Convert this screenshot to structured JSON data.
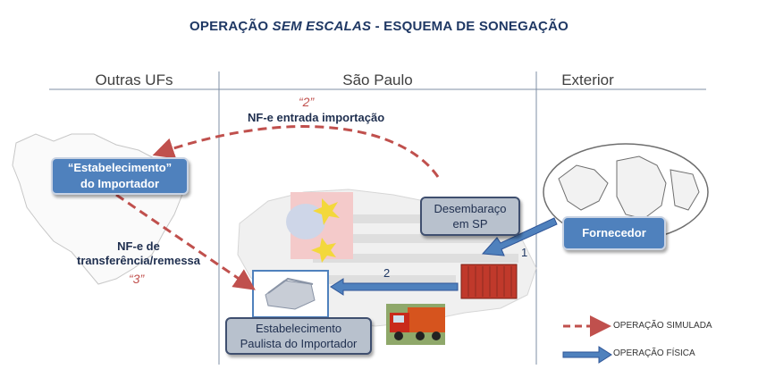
{
  "title": {
    "prefix": "OPERAÇÃO ",
    "italic": "SEM ESCALAS",
    "suffix": " - ESQUEMA DE SONEGAÇÃO"
  },
  "columns": [
    "Outras UFs",
    "São Paulo",
    "Exterior"
  ],
  "boxes": {
    "estabelecimento_line1": "“Estabelecimento”",
    "estabelecimento_line2": "do Importador",
    "desembaraco_line1": "Desembaraço",
    "desembaraco_line2": "em SP",
    "fornecedor": "Fornecedor",
    "paulista_line1": "Estabelecimento",
    "paulista_line2": "Paulista do Importador"
  },
  "labels": {
    "step2_quote": "“2”",
    "step2_text": "NF-e entrada importação",
    "step3_line1": "NF-e de",
    "step3_line2": "transferência/remessa",
    "step3_quote": "“3”",
    "num1": "1",
    "num2": "2"
  },
  "legend": {
    "simulada": "OPERAÇÃO SIMULADA",
    "fisica": "OPERAÇÃO FÍSICA"
  },
  "colors": {
    "simulated_arrow": "#c0504d",
    "physical_arrow": "#4f81bd",
    "title": "#1f3864"
  }
}
